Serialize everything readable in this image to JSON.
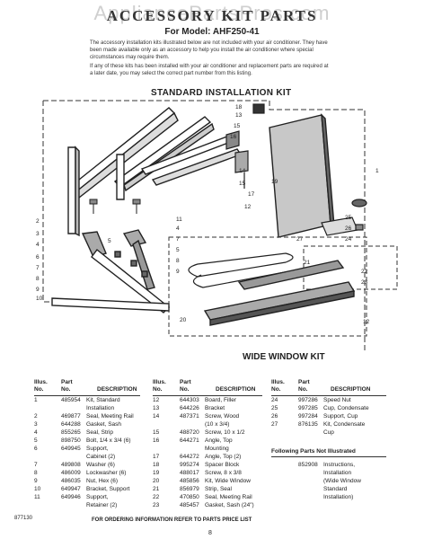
{
  "watermark": "AppliancePartsPros.com",
  "title": "ACCESSORY KIT PARTS",
  "model": "For Model: AHF250-41",
  "intro1": "The accessory installation kits illustrated below are not included with your air conditioner. They have been made available only as an accessory to help you install the air conditioner where special circumstances may require them.",
  "intro2": "If any of these kits has been installed with your air conditioner and replacement parts are required at a later date, you may select the correct part number from this listing.",
  "standard_kit": "STANDARD INSTALLATION KIT",
  "wide_kit": "WIDE WINDOW KIT",
  "callouts": [
    "18",
    "13",
    "15",
    "16",
    "14",
    "15",
    "17",
    "12",
    "19",
    "1",
    "2",
    "3",
    "4",
    "5",
    "6",
    "7",
    "8",
    "9",
    "10",
    "11",
    "4",
    "7",
    "5",
    "8",
    "9",
    "25",
    "26",
    "24",
    "27",
    "21",
    "22",
    "23",
    "20",
    "12"
  ],
  "table_headers": {
    "illus": "Illus.",
    "no": "No.",
    "part": "Part",
    "partno": "No.",
    "desc": "DESCRIPTION"
  },
  "col1": [
    [
      "1",
      "485954",
      "Kit, Standard"
    ],
    [
      "",
      "",
      "Installation"
    ],
    [
      "2",
      "469877",
      "Seal, Meeting Rail"
    ],
    [
      "3",
      "644288",
      "Gasket, Sash"
    ],
    [
      "4",
      "855265",
      "Seal, Strip"
    ],
    [
      "5",
      "898750",
      "Bolt, 1/4 x 3/4 (6)"
    ],
    [
      "6",
      "649945",
      "Support,"
    ],
    [
      "",
      "",
      "Cabinet (2)"
    ],
    [
      "7",
      "489808",
      "Washer (6)"
    ],
    [
      "8",
      "486009",
      "Lockwasher (6)"
    ],
    [
      "9",
      "486035",
      "Nut, Hex (6)"
    ],
    [
      "10",
      "649947",
      "Bracket, Support"
    ],
    [
      "11",
      "649946",
      "Support,"
    ],
    [
      "",
      "",
      "Retainer (2)"
    ]
  ],
  "col2": [
    [
      "12",
      "644303",
      "Board, Filler"
    ],
    [
      "13",
      "644226",
      "Bracket"
    ],
    [
      "14",
      "487371",
      "Screw, Wood"
    ],
    [
      "",
      "",
      "(10 x 3/4)"
    ],
    [
      "15",
      "488720",
      "Screw, 10 x 1/2"
    ],
    [
      "16",
      "644271",
      "Angle, Top"
    ],
    [
      "",
      "",
      "Mounting"
    ],
    [
      "17",
      "644272",
      "Angle, Top (2)"
    ],
    [
      "18",
      "995274",
      "Spacer Block"
    ],
    [
      "19",
      "488017",
      "Screw, 8 x 3/8"
    ],
    [
      "20",
      "485856",
      "Kit, Wide Window"
    ],
    [
      "21",
      "856979",
      "Strip, Seal"
    ],
    [
      "22",
      "470850",
      "Seal, Meeting Rail"
    ],
    [
      "23",
      "485457",
      "Gasket, Sash (24\")"
    ]
  ],
  "col3": [
    [
      "24",
      "997286",
      "Speed Nut"
    ],
    [
      "25",
      "997285",
      "Cup, Condensate"
    ],
    [
      "26",
      "997284",
      "Support, Cup"
    ],
    [
      "27",
      "876135",
      "Kit, Condensate"
    ],
    [
      "",
      "",
      "Cup"
    ]
  ],
  "not_illustrated_head": "Following Parts Not Illustrated",
  "not_illustrated": [
    [
      "",
      "852908",
      "Instructions,"
    ],
    [
      "",
      "",
      "Installation"
    ],
    [
      "",
      "",
      "(Wide Window"
    ],
    [
      "",
      "",
      "Standard"
    ],
    [
      "",
      "",
      "Installation)"
    ]
  ],
  "footer_left": "877130",
  "footer_center": "FOR ORDERING INFORMATION REFER TO PARTS PRICE LIST",
  "page_number": "8"
}
